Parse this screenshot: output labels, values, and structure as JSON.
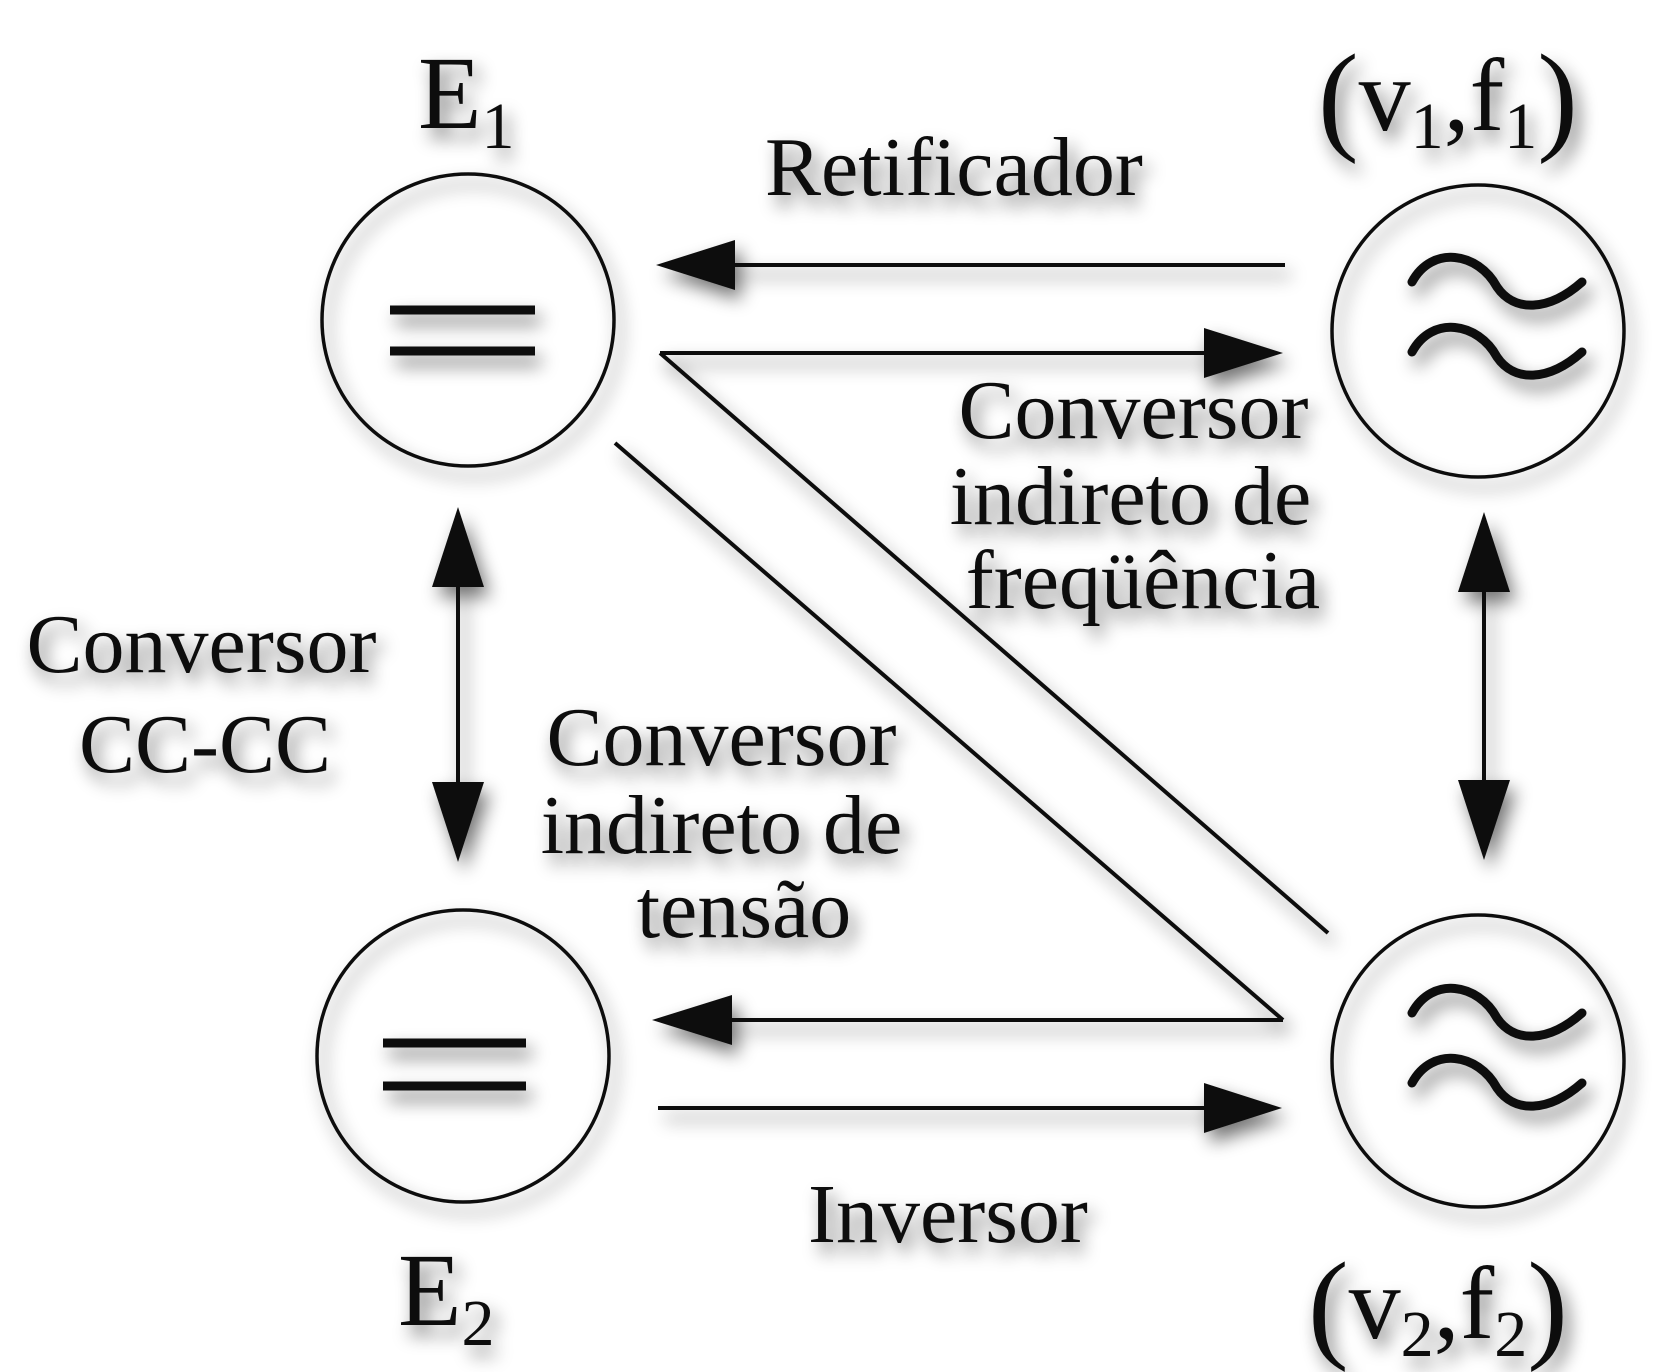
{
  "nodes": {
    "dc1": {
      "name": "E",
      "sub": "1"
    },
    "dc2": {
      "name": "E",
      "sub": "2"
    },
    "ac1": {
      "open": "(",
      "v": "v",
      "v_sub": "1",
      "sep": ",",
      "f": "f",
      "f_sub": "1",
      "close": ")"
    },
    "ac2": {
      "open": "(",
      "v": "v",
      "v_sub": "2",
      "sep": ",",
      "f": "f",
      "f_sub": "2",
      "close": ")"
    }
  },
  "converters": {
    "rectifier": "Retificador",
    "inverter": "Inversor",
    "dcdc": [
      "Conversor",
      "CC-CC"
    ],
    "indirect_frequency": [
      "Conversor",
      "indireto de",
      "freqüência"
    ],
    "indirect_voltage": [
      "Conversor",
      "indireto de",
      "tensão"
    ]
  },
  "colors": {
    "stroke": "#111111",
    "shadow": "#000000",
    "background": "#ffffff"
  }
}
